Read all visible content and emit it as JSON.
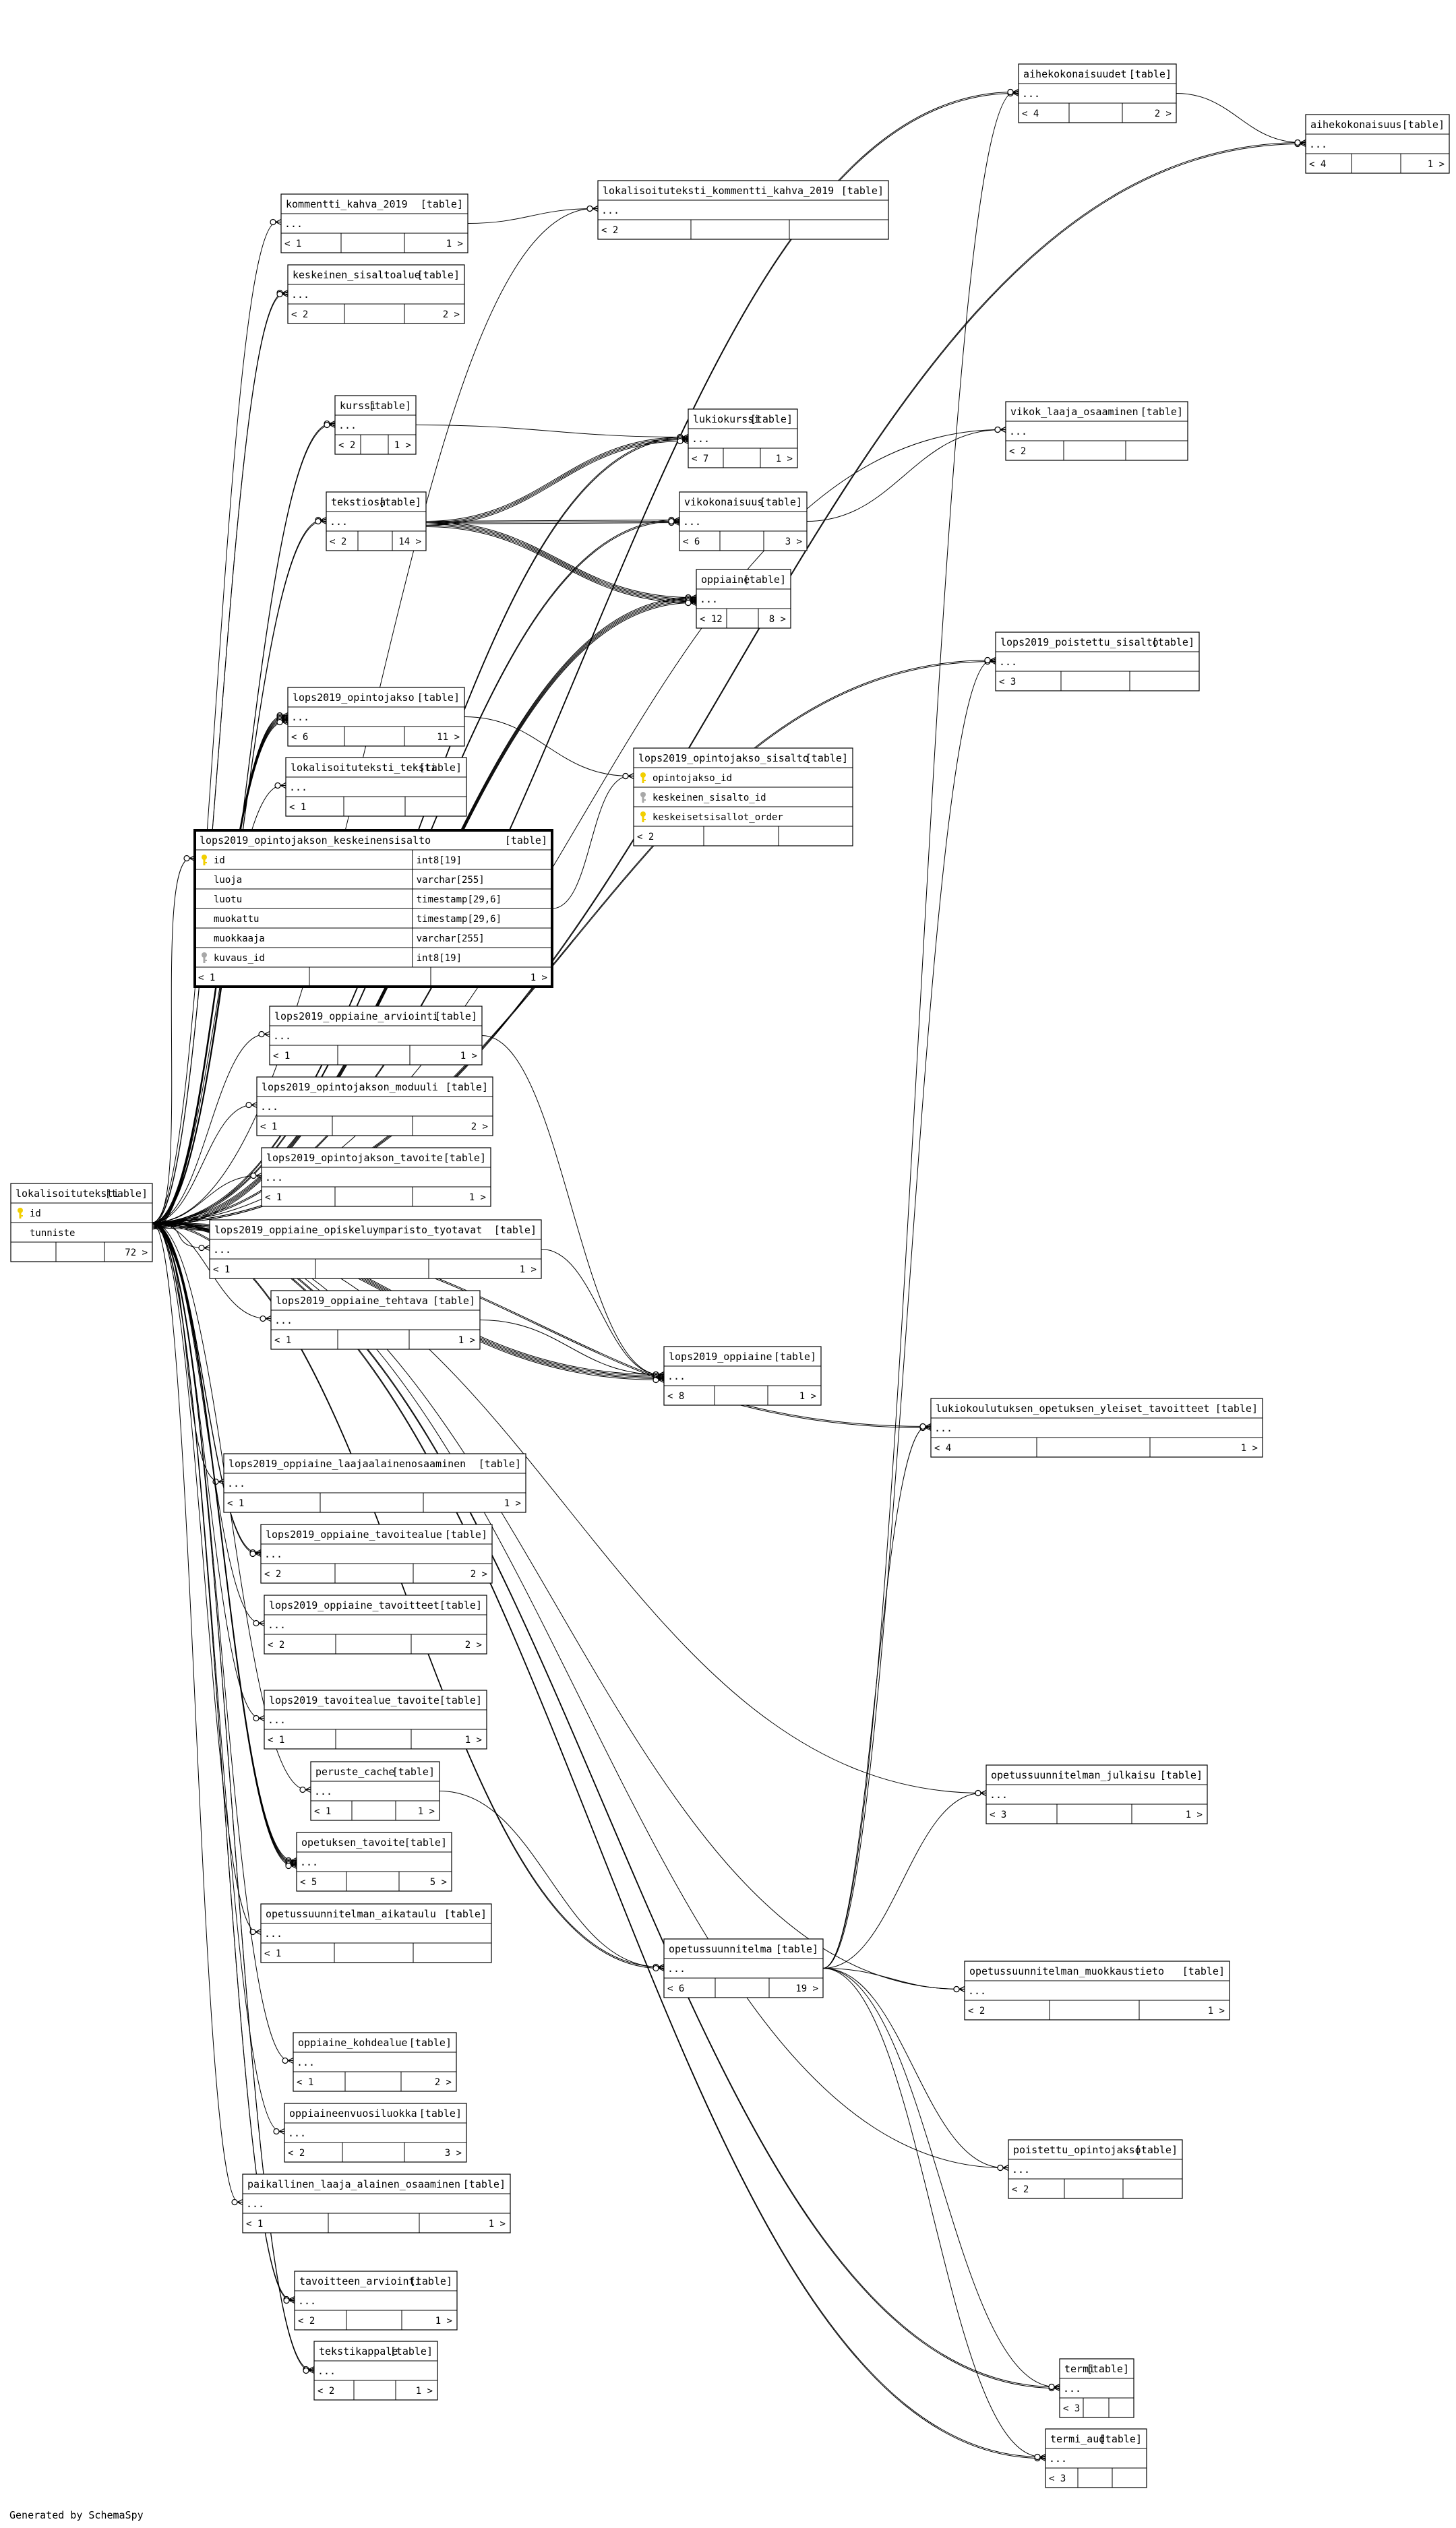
{
  "footer": "Generated by SchemaSpy",
  "tables": [
    {
      "id": "aihekokonaisuudet",
      "name": "aihekokonaisuudet",
      "label": "[table]",
      "rows": [
        "..."
      ],
      "footer": {
        "parents": "< 4",
        "children": "2 >"
      }
    },
    {
      "id": "aihekokonaisuus",
      "name": "aihekokonaisuus",
      "label": "[table]",
      "rows": [
        "..."
      ],
      "footer": {
        "parents": "< 4",
        "children": "1 >"
      }
    },
    {
      "id": "kommentti_kahva_2019",
      "name": "kommentti_kahva_2019",
      "label": "[table]",
      "rows": [
        "..."
      ],
      "footer": {
        "parents": "< 1",
        "children": "1 >"
      }
    },
    {
      "id": "lokalisoituteksti_kommentti_kahva_2019",
      "name": "lokalisoituteksti_kommentti_kahva_2019",
      "label": "[table]",
      "rows": [
        "..."
      ],
      "footer": {
        "parents": "< 2",
        "children": ""
      }
    },
    {
      "id": "keskeinen_sisaltoalue",
      "name": "keskeinen_sisaltoalue",
      "label": "[table]",
      "rows": [
        "..."
      ],
      "footer": {
        "parents": "< 2",
        "children": "2 >"
      }
    },
    {
      "id": "kurssi",
      "name": "kurssi",
      "label": "[table]",
      "rows": [
        "..."
      ],
      "footer": {
        "parents": "< 2",
        "children": "1 >"
      }
    },
    {
      "id": "lukiokurssi",
      "name": "lukiokurssi",
      "label": "[table]",
      "rows": [
        "..."
      ],
      "footer": {
        "parents": "< 7",
        "children": "1 >"
      }
    },
    {
      "id": "vikok_laaja_osaaminen",
      "name": "vikok_laaja_osaaminen",
      "label": "[table]",
      "rows": [
        "..."
      ],
      "footer": {
        "parents": "< 2",
        "children": ""
      }
    },
    {
      "id": "tekstiosa",
      "name": "tekstiosa",
      "label": "[table]",
      "rows": [
        "..."
      ],
      "footer": {
        "parents": "< 2",
        "children": "14 >"
      }
    },
    {
      "id": "vikokonaisuus",
      "name": "vikokonaisuus",
      "label": "[table]",
      "rows": [
        "..."
      ],
      "footer": {
        "parents": "< 6",
        "children": "3 >"
      }
    },
    {
      "id": "oppiaine",
      "name": "oppiaine",
      "label": "[table]",
      "rows": [
        "..."
      ],
      "footer": {
        "parents": "< 12",
        "children": "8 >"
      }
    },
    {
      "id": "lops2019_poistettu_sisalto",
      "name": "lops2019_poistettu_sisalto",
      "label": "[table]",
      "rows": [
        "..."
      ],
      "footer": {
        "parents": "< 3",
        "children": ""
      }
    },
    {
      "id": "lops2019_opintojakso",
      "name": "lops2019_opintojakso",
      "label": "[table]",
      "rows": [
        "..."
      ],
      "footer": {
        "parents": "< 6",
        "children": "11 >"
      }
    },
    {
      "id": "lokalisoituteksti_teksti",
      "name": "lokalisoituteksti_teksti",
      "label": "[table]",
      "rows": [
        "..."
      ],
      "footer": {
        "parents": "< 1",
        "children": ""
      }
    },
    {
      "id": "lops2019_opintojakso_sisalto",
      "name": "lops2019_opintojakso_sisalto",
      "label": "[table]",
      "rows": [
        {
          "key": "pk",
          "name": "opintojakso_id"
        },
        {
          "key": "fk",
          "name": "keskeinen_sisalto_id"
        },
        {
          "key": "pk",
          "name": "keskeisetsisallot_order"
        }
      ],
      "footer": {
        "parents": "< 2",
        "children": ""
      }
    },
    {
      "id": "lops2019_opintojakson_keskeinensisalto",
      "name": "lops2019_opintojakson_keskeinensisalto",
      "label": "[table]",
      "focus": true,
      "rows": [
        {
          "key": "pk",
          "name": "id",
          "type": "int8[19]"
        },
        {
          "key": "",
          "name": "luoja",
          "type": "varchar[255]"
        },
        {
          "key": "",
          "name": "luotu",
          "type": "timestamp[29,6]"
        },
        {
          "key": "",
          "name": "muokattu",
          "type": "timestamp[29,6]"
        },
        {
          "key": "",
          "name": "muokkaaja",
          "type": "varchar[255]"
        },
        {
          "key": "fk",
          "name": "kuvaus_id",
          "type": "int8[19]"
        }
      ],
      "footer": {
        "parents": "< 1",
        "children": "1 >"
      }
    },
    {
      "id": "lops2019_oppiaine_arviointi",
      "name": "lops2019_oppiaine_arviointi",
      "label": "[table]",
      "rows": [
        "..."
      ],
      "footer": {
        "parents": "< 1",
        "children": "1 >"
      }
    },
    {
      "id": "lops2019_opintojakson_moduuli",
      "name": "lops2019_opintojakson_moduuli",
      "label": "[table]",
      "rows": [
        "..."
      ],
      "footer": {
        "parents": "< 1",
        "children": "2 >"
      }
    },
    {
      "id": "lops2019_opintojakson_tavoite",
      "name": "lops2019_opintojakson_tavoite",
      "label": "[table]",
      "rows": [
        "..."
      ],
      "footer": {
        "parents": "< 1",
        "children": "1 >"
      }
    },
    {
      "id": "lokalisoituteksti",
      "name": "lokalisoituteksti",
      "label": "[table]",
      "rows": [
        {
          "key": "pk",
          "name": "id"
        },
        {
          "key": "",
          "name": "tunniste"
        }
      ],
      "footer": {
        "parents": "",
        "children": "72 >"
      }
    },
    {
      "id": "lops2019_oppiaine_opiskeluymparisto_tyotavat",
      "name": "lops2019_oppiaine_opiskeluymparisto_tyotavat",
      "label": "[table]",
      "rows": [
        "..."
      ],
      "footer": {
        "parents": "< 1",
        "children": "1 >"
      }
    },
    {
      "id": "lops2019_oppiaine_tehtava",
      "name": "lops2019_oppiaine_tehtava",
      "label": "[table]",
      "rows": [
        "..."
      ],
      "footer": {
        "parents": "< 1",
        "children": "1 >"
      }
    },
    {
      "id": "lops2019_oppiaine",
      "name": "lops2019_oppiaine",
      "label": "[table]",
      "rows": [
        "..."
      ],
      "footer": {
        "parents": "< 8",
        "children": "1 >"
      }
    },
    {
      "id": "lukiokoulutuksen_opetuksen_yleiset_tavoitteet",
      "name": "lukiokoulutuksen_opetuksen_yleiset_tavoitteet",
      "label": "[table]",
      "rows": [
        "..."
      ],
      "footer": {
        "parents": "< 4",
        "children": "1 >"
      }
    },
    {
      "id": "lops2019_oppiaine_laajaalainenosaaminen",
      "name": "lops2019_oppiaine_laajaalainenosaaminen",
      "label": "[table]",
      "rows": [
        "..."
      ],
      "footer": {
        "parents": "< 1",
        "children": "1 >"
      }
    },
    {
      "id": "lops2019_oppiaine_tavoitealue",
      "name": "lops2019_oppiaine_tavoitealue",
      "label": "[table]",
      "rows": [
        "..."
      ],
      "footer": {
        "parents": "< 2",
        "children": "2 >"
      }
    },
    {
      "id": "lops2019_oppiaine_tavoitteet",
      "name": "lops2019_oppiaine_tavoitteet",
      "label": "[table]",
      "rows": [
        "..."
      ],
      "footer": {
        "parents": "< 2",
        "children": "2 >"
      }
    },
    {
      "id": "lops2019_tavoitealue_tavoite",
      "name": "lops2019_tavoitealue_tavoite",
      "label": "[table]",
      "rows": [
        "..."
      ],
      "footer": {
        "parents": "< 1",
        "children": "1 >"
      }
    },
    {
      "id": "opetussuunnitelman_julkaisu",
      "name": "opetussuunnitelman_julkaisu",
      "label": "[table]",
      "rows": [
        "..."
      ],
      "footer": {
        "parents": "< 3",
        "children": "1 >"
      }
    },
    {
      "id": "peruste_cache",
      "name": "peruste_cache",
      "label": "[table]",
      "rows": [
        "..."
      ],
      "footer": {
        "parents": "< 1",
        "children": "1 >"
      }
    },
    {
      "id": "opetuksen_tavoite",
      "name": "opetuksen_tavoite",
      "label": "[table]",
      "rows": [
        "..."
      ],
      "footer": {
        "parents": "< 5",
        "children": "5 >"
      }
    },
    {
      "id": "opetussuunnitelman_aikataulu",
      "name": "opetussuunnitelman_aikataulu",
      "label": "[table]",
      "rows": [
        "..."
      ],
      "footer": {
        "parents": "< 1",
        "children": ""
      }
    },
    {
      "id": "opetussuunnitelma",
      "name": "opetussuunnitelma",
      "label": "[table]",
      "rows": [
        "..."
      ],
      "footer": {
        "parents": "< 6",
        "children": "19 >"
      }
    },
    {
      "id": "opetussuunnitelman_muokkaustieto",
      "name": "opetussuunnitelman_muokkaustieto",
      "label": "[table]",
      "rows": [
        "..."
      ],
      "footer": {
        "parents": "< 2",
        "children": "1 >"
      }
    },
    {
      "id": "oppiaine_kohdealue",
      "name": "oppiaine_kohdealue",
      "label": "[table]",
      "rows": [
        "..."
      ],
      "footer": {
        "parents": "< 1",
        "children": "2 >"
      }
    },
    {
      "id": "oppiaineenvuosiluokka",
      "name": "oppiaineenvuosiluokka",
      "label": "[table]",
      "rows": [
        "..."
      ],
      "footer": {
        "parents": "< 2",
        "children": "3 >"
      }
    },
    {
      "id": "paikallinen_laaja_alainen_osaaminen",
      "name": "paikallinen_laaja_alainen_osaaminen",
      "label": "[table]",
      "rows": [
        "..."
      ],
      "footer": {
        "parents": "< 1",
        "children": "1 >"
      }
    },
    {
      "id": "poistettu_opintojakso",
      "name": "poistettu_opintojakso",
      "label": "[table]",
      "rows": [
        "..."
      ],
      "footer": {
        "parents": "< 2",
        "children": ""
      }
    },
    {
      "id": "tavoitteen_arviointi",
      "name": "tavoitteen_arviointi",
      "label": "[table]",
      "rows": [
        "..."
      ],
      "footer": {
        "parents": "< 2",
        "children": "1 >"
      }
    },
    {
      "id": "tekstikappale",
      "name": "tekstikappale",
      "label": "[table]",
      "rows": [
        "..."
      ],
      "footer": {
        "parents": "< 2",
        "children": "1 >"
      }
    },
    {
      "id": "termi",
      "name": "termi",
      "label": "[table]",
      "rows": [
        "..."
      ],
      "footer": {
        "parents": "< 3",
        "children": ""
      }
    },
    {
      "id": "termi_aud",
      "name": "termi_aud",
      "label": "[table]",
      "rows": [
        "..."
      ],
      "footer": {
        "parents": "< 3",
        "children": ""
      }
    }
  ],
  "relationships": [
    [
      "lokalisoituteksti",
      "aihekokonaisuudet"
    ],
    [
      "lokalisoituteksti",
      "aihekokonaisuudet"
    ],
    [
      "lokalisoituteksti",
      "aihekokonaisuus"
    ],
    [
      "lokalisoituteksti",
      "aihekokonaisuus"
    ],
    [
      "aihekokonaisuudet",
      "aihekokonaisuus"
    ],
    [
      "lokalisoituteksti",
      "kommentti_kahva_2019"
    ],
    [
      "kommentti_kahva_2019",
      "lokalisoituteksti_kommentti_kahva_2019"
    ],
    [
      "lokalisoituteksti",
      "lokalisoituteksti_kommentti_kahva_2019"
    ],
    [
      "lokalisoituteksti",
      "keskeinen_sisaltoalue"
    ],
    [
      "lokalisoituteksti",
      "keskeinen_sisaltoalue"
    ],
    [
      "lokalisoituteksti",
      "kurssi"
    ],
    [
      "lokalisoituteksti",
      "kurssi"
    ],
    [
      "kurssi",
      "lukiokurssi"
    ],
    [
      "lokalisoituteksti",
      "lukiokurssi"
    ],
    [
      "lokalisoituteksti",
      "lukiokurssi"
    ],
    [
      "tekstiosa",
      "lukiokurssi"
    ],
    [
      "tekstiosa",
      "lukiokurssi"
    ],
    [
      "tekstiosa",
      "lukiokurssi"
    ],
    [
      "tekstiosa",
      "lukiokurssi"
    ],
    [
      "lokalisoituteksti",
      "vikok_laaja_osaaminen"
    ],
    [
      "vikokonaisuus",
      "vikok_laaja_osaaminen"
    ],
    [
      "lokalisoituteksti",
      "tekstiosa"
    ],
    [
      "lokalisoituteksti",
      "tekstiosa"
    ],
    [
      "tekstiosa",
      "vikokonaisuus"
    ],
    [
      "tekstiosa",
      "vikokonaisuus"
    ],
    [
      "tekstiosa",
      "vikokonaisuus"
    ],
    [
      "lokalisoituteksti",
      "vikokonaisuus"
    ],
    [
      "lokalisoituteksti",
      "vikokonaisuus"
    ],
    [
      "tekstiosa",
      "oppiaine"
    ],
    [
      "tekstiosa",
      "oppiaine"
    ],
    [
      "tekstiosa",
      "oppiaine"
    ],
    [
      "tekstiosa",
      "oppiaine"
    ],
    [
      "tekstiosa",
      "oppiaine"
    ],
    [
      "lokalisoituteksti",
      "oppiaine"
    ],
    [
      "lokalisoituteksti",
      "oppiaine"
    ],
    [
      "lokalisoituteksti",
      "oppiaine"
    ],
    [
      "lokalisoituteksti",
      "oppiaine"
    ],
    [
      "lokalisoituteksti",
      "oppiaine"
    ],
    [
      "lokalisoituteksti",
      "lops2019_poistettu_sisalto"
    ],
    [
      "lokalisoituteksti",
      "lops2019_poistettu_sisalto"
    ],
    [
      "opetussuunnitelma",
      "lops2019_poistettu_sisalto"
    ],
    [
      "lokalisoituteksti",
      "lops2019_opintojakso"
    ],
    [
      "lokalisoituteksti",
      "lops2019_opintojakso"
    ],
    [
      "lokalisoituteksti",
      "lops2019_opintojakso"
    ],
    [
      "lokalisoituteksti",
      "lops2019_opintojakso"
    ],
    [
      "lokalisoituteksti",
      "lops2019_opintojakso"
    ],
    [
      "lokalisoituteksti",
      "lops2019_opintojakso"
    ],
    [
      "lokalisoituteksti",
      "lokalisoituteksti_teksti"
    ],
    [
      "lops2019_opintojakso",
      "lops2019_opintojakso_sisalto"
    ],
    [
      "lops2019_opintojakson_keskeinensisalto",
      "lops2019_opintojakso_sisalto"
    ],
    [
      "lokalisoituteksti",
      "lops2019_opintojakson_keskeinensisalto"
    ],
    [
      "lokalisoituteksti",
      "lops2019_oppiaine_arviointi"
    ],
    [
      "lokalisoituteksti",
      "lops2019_opintojakson_moduuli"
    ],
    [
      "lokalisoituteksti",
      "lops2019_opintojakson_tavoite"
    ],
    [
      "lokalisoituteksti",
      "lops2019_oppiaine_opiskeluymparisto_tyotavat"
    ],
    [
      "lokalisoituteksti",
      "lops2019_oppiaine_tehtava"
    ],
    [
      "lops2019_oppiaine_arviointi",
      "lops2019_oppiaine"
    ],
    [
      "lops2019_oppiaine_opiskeluymparisto_tyotavat",
      "lops2019_oppiaine"
    ],
    [
      "lops2019_oppiaine_tehtava",
      "lops2019_oppiaine"
    ],
    [
      "lokalisoituteksti",
      "lops2019_oppiaine"
    ],
    [
      "lokalisoituteksti",
      "lops2019_oppiaine"
    ],
    [
      "lokalisoituteksti",
      "lops2019_oppiaine"
    ],
    [
      "lokalisoituteksti",
      "lops2019_oppiaine"
    ],
    [
      "lokalisoituteksti",
      "lops2019_oppiaine"
    ],
    [
      "lokalisoituteksti",
      "lukiokoulutuksen_opetuksen_yleiset_tavoitteet"
    ],
    [
      "lokalisoituteksti",
      "lukiokoulutuksen_opetuksen_yleiset_tavoitteet"
    ],
    [
      "opetussuunnitelma",
      "lukiokoulutuksen_opetuksen_yleiset_tavoitteet"
    ],
    [
      "lokalisoituteksti",
      "lops2019_oppiaine_laajaalainenosaaminen"
    ],
    [
      "lokalisoituteksti",
      "lops2019_oppiaine_tavoitealue"
    ],
    [
      "lokalisoituteksti",
      "lops2019_oppiaine_tavoitealue"
    ],
    [
      "lokalisoituteksti",
      "lops2019_oppiaine_tavoitteet"
    ],
    [
      "lokalisoituteksti",
      "lops2019_tavoitealue_tavoite"
    ],
    [
      "lokalisoituteksti",
      "opetussuunnitelman_julkaisu"
    ],
    [
      "opetussuunnitelma",
      "opetussuunnitelman_julkaisu"
    ],
    [
      "lokalisoituteksti",
      "peruste_cache"
    ],
    [
      "peruste_cache",
      "opetussuunnitelma"
    ],
    [
      "lokalisoituteksti",
      "opetuksen_tavoite"
    ],
    [
      "lokalisoituteksti",
      "opetuksen_tavoite"
    ],
    [
      "lokalisoituteksti",
      "opetuksen_tavoite"
    ],
    [
      "lokalisoituteksti",
      "opetuksen_tavoite"
    ],
    [
      "lokalisoituteksti",
      "opetuksen_tavoite"
    ],
    [
      "lokalisoituteksti",
      "opetussuunnitelman_aikataulu"
    ],
    [
      "lokalisoituteksti",
      "opetussuunnitelma"
    ],
    [
      "lokalisoituteksti",
      "opetussuunnitelma"
    ],
    [
      "opetussuunnitelma",
      "opetussuunnitelman_muokkaustieto"
    ],
    [
      "lokalisoituteksti",
      "opetussuunnitelman_muokkaustieto"
    ],
    [
      "lokalisoituteksti",
      "oppiaine_kohdealue"
    ],
    [
      "lokalisoituteksti",
      "oppiaineenvuosiluokka"
    ],
    [
      "lokalisoituteksti",
      "paikallinen_laaja_alainen_osaaminen"
    ],
    [
      "lokalisoituteksti",
      "poistettu_opintojakso"
    ],
    [
      "opetussuunnitelma",
      "poistettu_opintojakso"
    ],
    [
      "lokalisoituteksti",
      "tavoitteen_arviointi"
    ],
    [
      "lokalisoituteksti",
      "tavoitteen_arviointi"
    ],
    [
      "lokalisoituteksti",
      "tekstikappale"
    ],
    [
      "lokalisoituteksti",
      "tekstikappale"
    ],
    [
      "lokalisoituteksti",
      "termi"
    ],
    [
      "lokalisoituteksti",
      "termi"
    ],
    [
      "opetussuunnitelma",
      "termi"
    ],
    [
      "lokalisoituteksti",
      "termi_aud"
    ],
    [
      "lokalisoituteksti",
      "termi_aud"
    ],
    [
      "opetussuunnitelma",
      "termi_aud"
    ],
    [
      "opetussuunnitelma",
      "aihekokonaisuudet"
    ]
  ]
}
